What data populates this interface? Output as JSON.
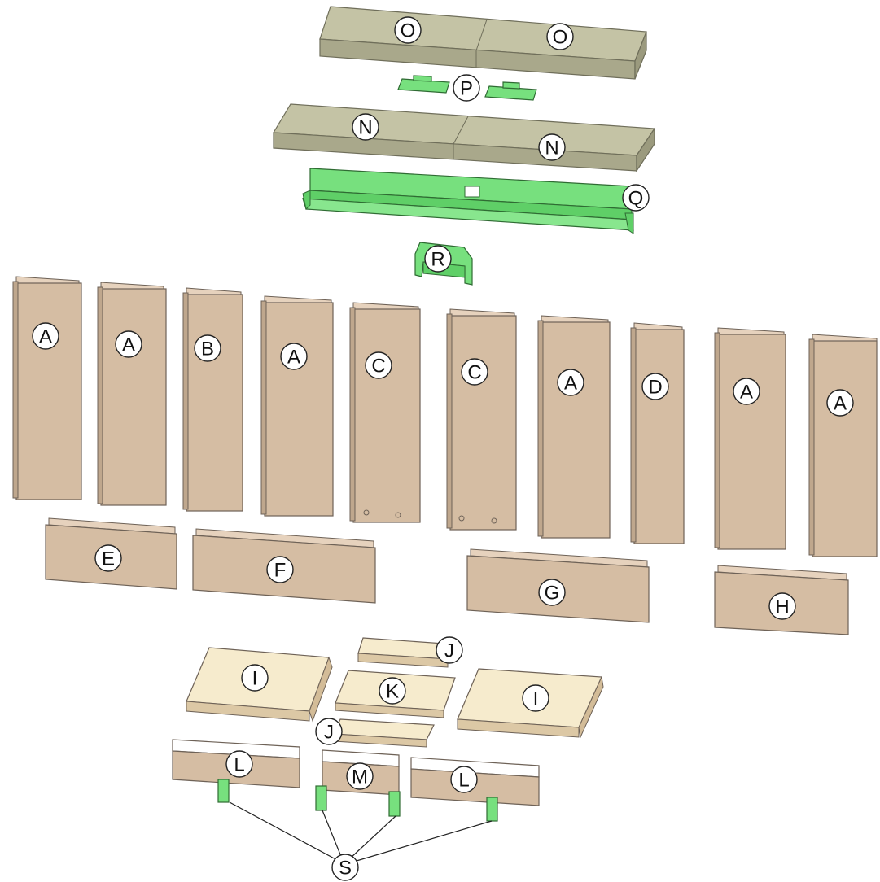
{
  "colors": {
    "brick": "#d5bda3",
    "brick_edge": "#6e6257",
    "brick_side": "#bfa78d",
    "baffle": "#c4c3a5",
    "baffle_side": "#a9a88b",
    "baffle_edge": "#6f6e5a",
    "green": "#77e07e",
    "green_edge": "#2f6b33",
    "floor": "#f6ebcd",
    "floor_side": "#dcc8a5",
    "outline": "#3a3a3a"
  },
  "labels": {
    "O": "O",
    "P": "P",
    "N": "N",
    "Q": "Q",
    "R": "R",
    "A": "A",
    "B": "B",
    "C": "C",
    "D": "D",
    "E": "E",
    "F": "F",
    "G": "G",
    "H": "H",
    "I": "I",
    "J": "J",
    "K": "K",
    "L": "L",
    "M": "M",
    "S": "S"
  }
}
